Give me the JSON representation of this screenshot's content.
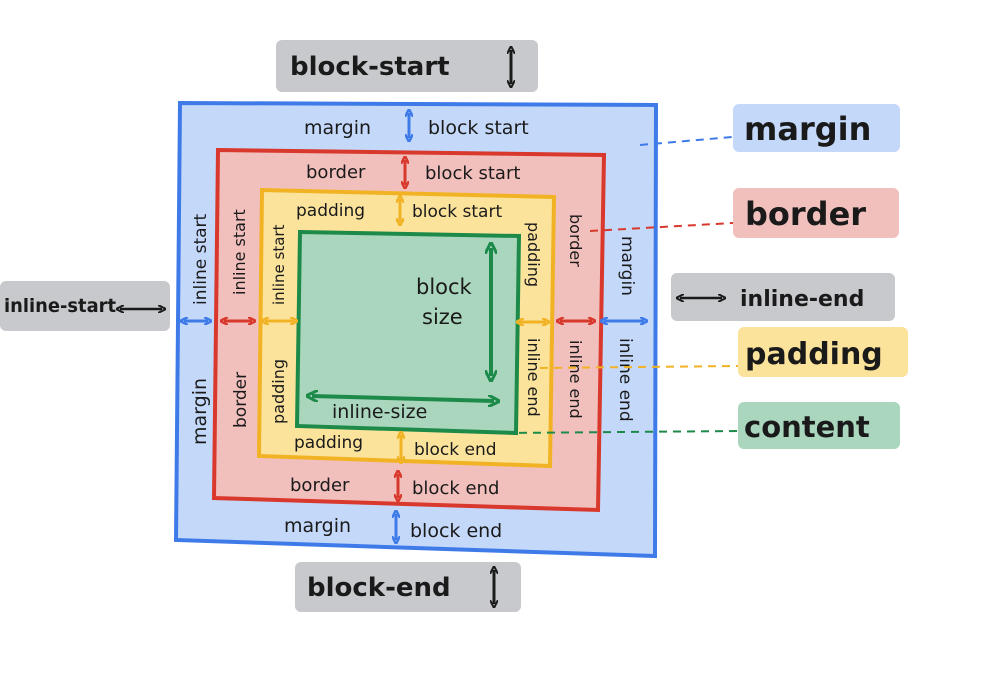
{
  "colors": {
    "margin_fill": "#c4d8fa",
    "margin_stroke": "#3f7be8",
    "border_fill": "#f1c0bd",
    "border_stroke": "#d9382c",
    "padding_fill": "#fbe39c",
    "padding_stroke": "#f1b324",
    "content_fill": "#a9d6bd",
    "content_stroke": "#1d8a4a",
    "gray_tag": "#c7c9cc"
  },
  "outer_labels": {
    "block_start": "block-start",
    "block_end": "block-end",
    "inline_start": "inline-start",
    "inline_end": "inline-end"
  },
  "legend": {
    "margin": "margin",
    "border": "border",
    "padding": "padding",
    "content": "content"
  },
  "margin_box": {
    "top": {
      "name": "margin",
      "side": "block start"
    },
    "bottom": {
      "name": "margin",
      "side": "block end"
    },
    "left": {
      "name": "margin",
      "side": "inline start"
    },
    "right": {
      "name": "margin",
      "side": "inline end"
    }
  },
  "border_box": {
    "top": {
      "name": "border",
      "side": "block start"
    },
    "bottom": {
      "name": "border",
      "side": "block end"
    },
    "left": {
      "name": "border",
      "side": "inline start"
    },
    "right": {
      "name": "border",
      "side": "inline end"
    }
  },
  "padding_box": {
    "top": {
      "name": "padding",
      "side": "block start"
    },
    "bottom": {
      "name": "padding",
      "side": "block end"
    },
    "left": {
      "name": "padding",
      "side": "inline start"
    },
    "right": {
      "name": "padding",
      "side": "inline end"
    }
  },
  "content_box": {
    "block_size_1": "block",
    "block_size_2": "size",
    "inline_size": "inline-size"
  }
}
